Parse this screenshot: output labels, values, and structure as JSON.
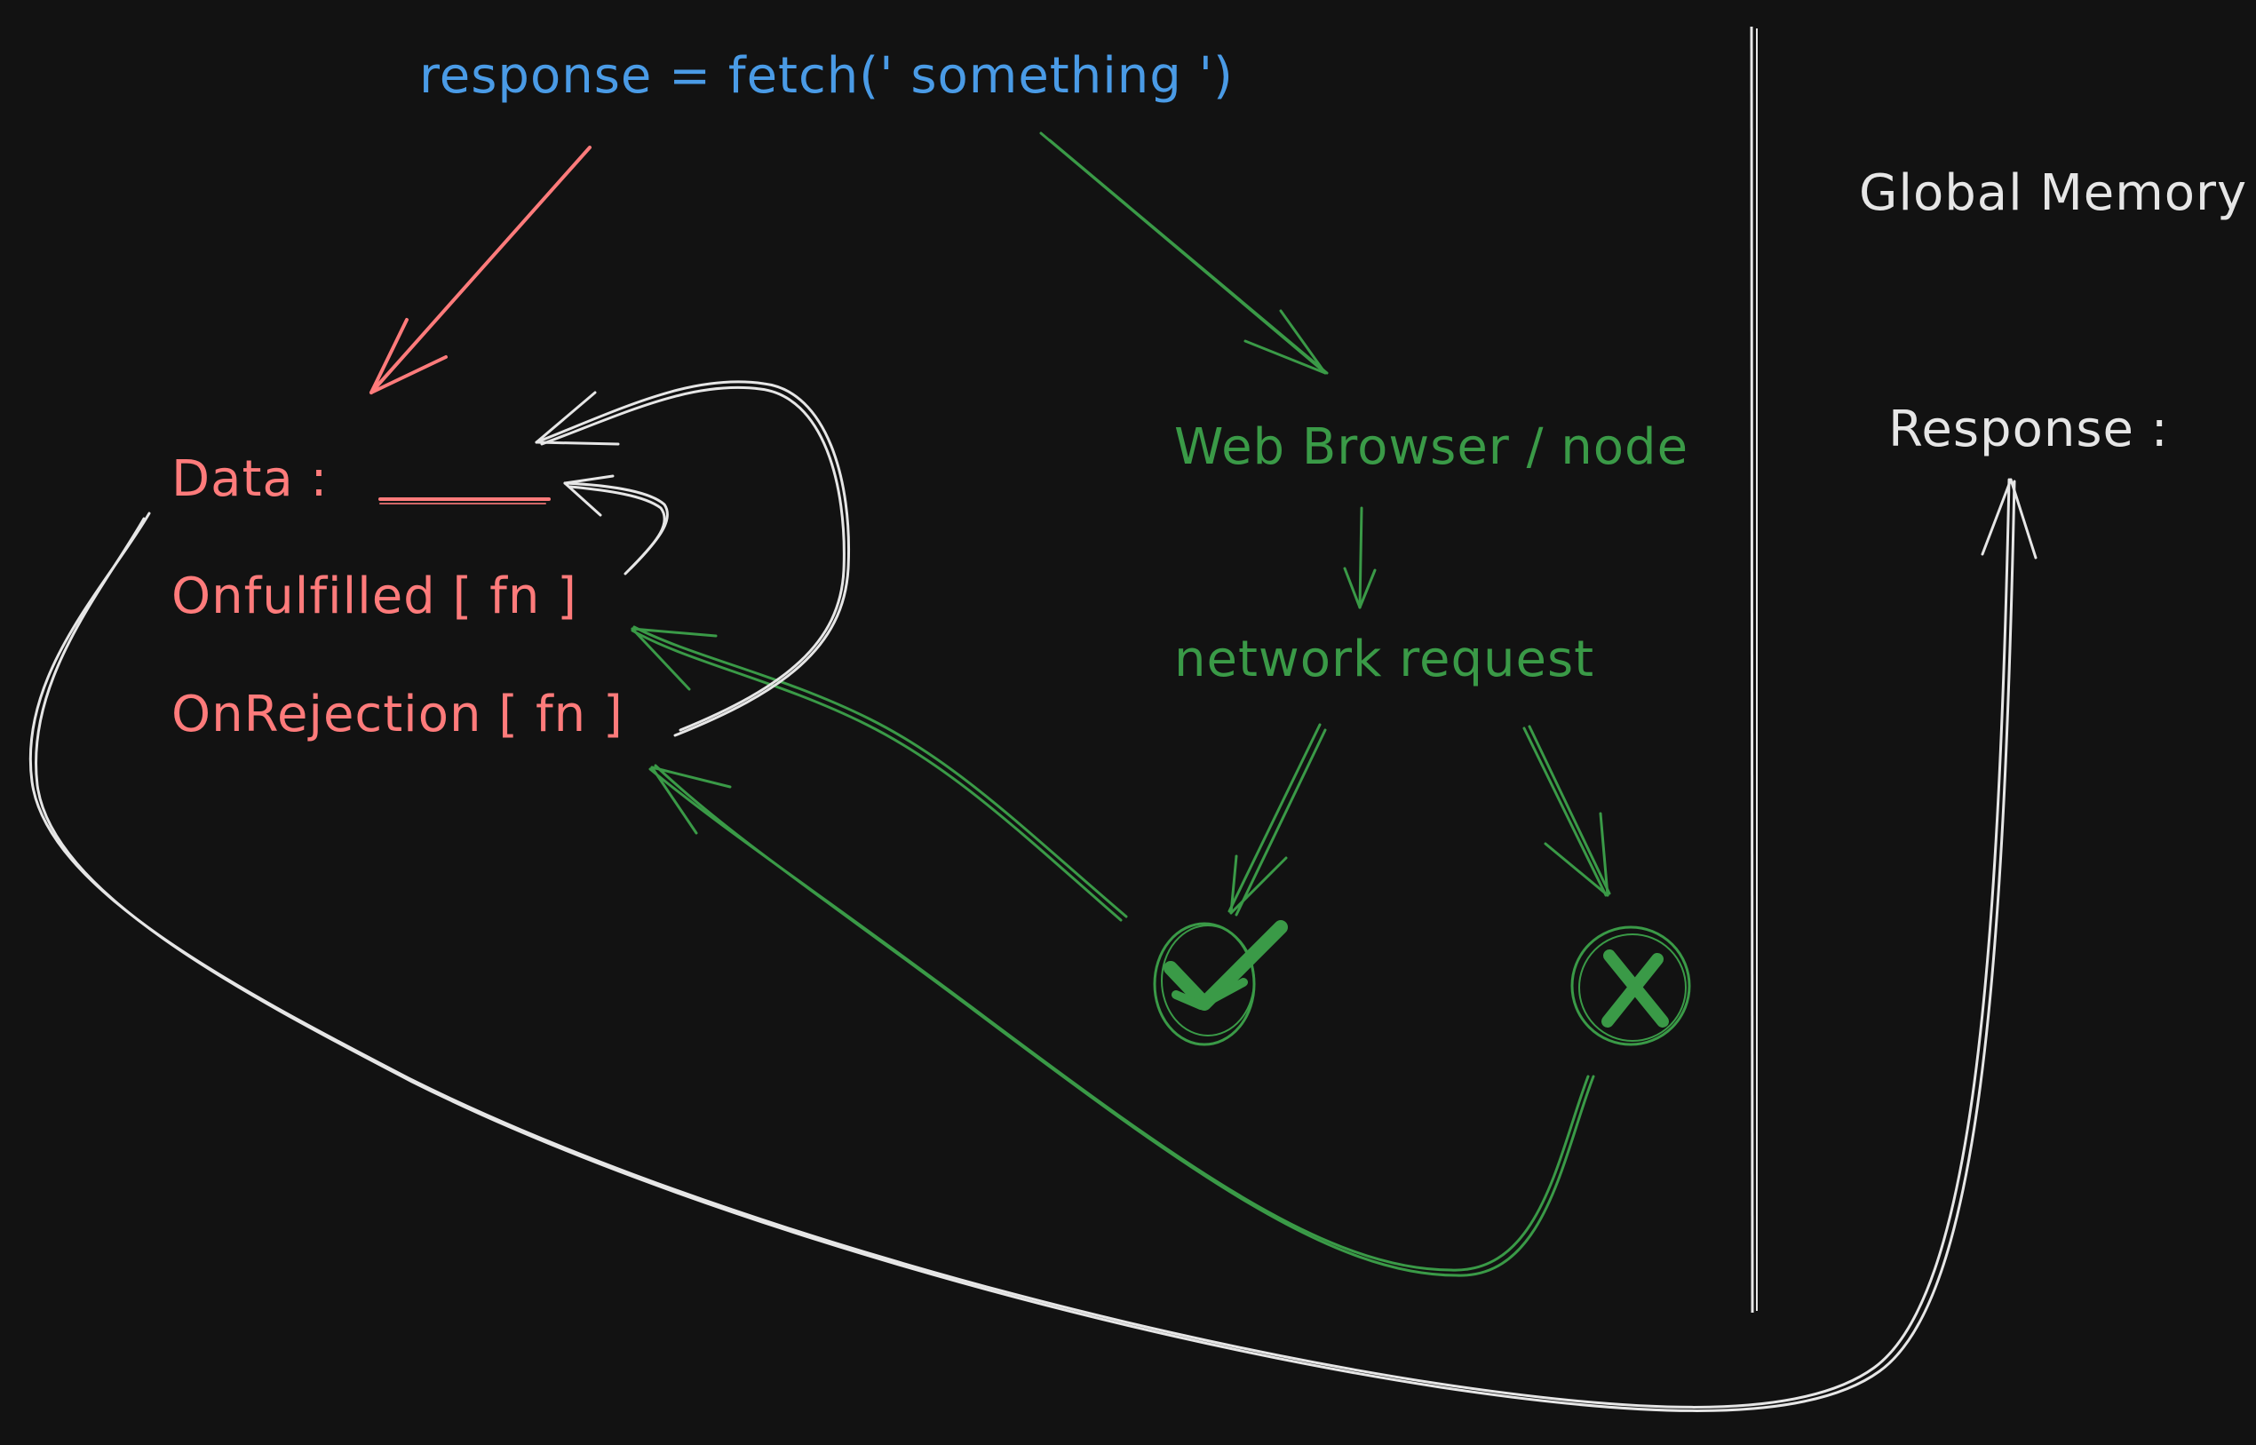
{
  "colors": {
    "background": "#121212",
    "code": "#4a9be6",
    "promise": "#ff7b7b",
    "async": "#3a9a47",
    "memory": "#e6e6e6"
  },
  "labels": {
    "fetch_call": "response = fetch(' something ')",
    "data": "Data :",
    "onfulfilled": "Onfulfilled [ fn ]",
    "onrejection": "OnRejection [ fn ]",
    "web_browser": "Web Browser / node",
    "network_request": "network request",
    "global_memory": "Global Memory",
    "response": "Response :"
  },
  "icons": {
    "success": "check-circle-icon",
    "failure": "x-circle-icon"
  }
}
